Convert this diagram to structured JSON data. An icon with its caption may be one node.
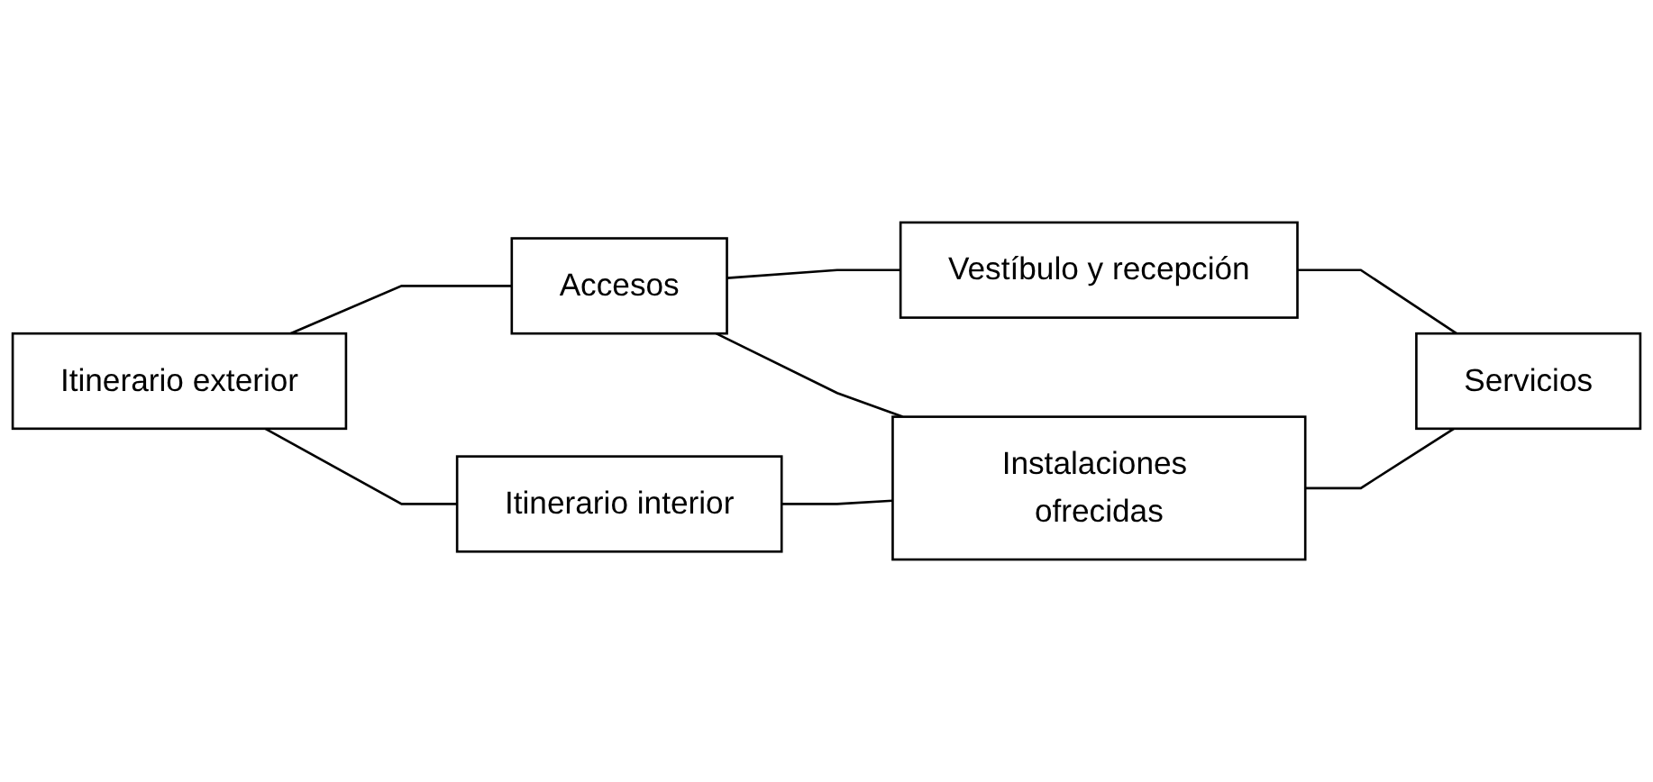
{
  "diagram": {
    "nodes": [
      {
        "text": [
          "Itinerario exterior"
        ]
      },
      {
        "text": [
          "Accesos"
        ]
      },
      {
        "text": [
          "Vestíbulo y recepción"
        ]
      },
      {
        "text": [
          "Itinerario interior"
        ]
      },
      {
        "text": [
          "Instalaciones ofrecidas"
        ]
      },
      {
        "text": [
          "Servicios"
        ]
      }
    ],
    "edges": [
      {
        "from": 0,
        "to": 1,
        "arrow": "none"
      },
      {
        "from": 1,
        "to": 2,
        "arrow": "none"
      },
      {
        "from": 0,
        "to": 3,
        "arrow": "none"
      },
      {
        "from": 1,
        "to": 4,
        "arrow": "none"
      },
      {
        "from": 2,
        "to": 5,
        "arrow": "none"
      },
      {
        "from": 3,
        "to": 4,
        "arrow": "none"
      },
      {
        "from": 4,
        "to": 5,
        "arrow": "none"
      }
    ]
  }
}
